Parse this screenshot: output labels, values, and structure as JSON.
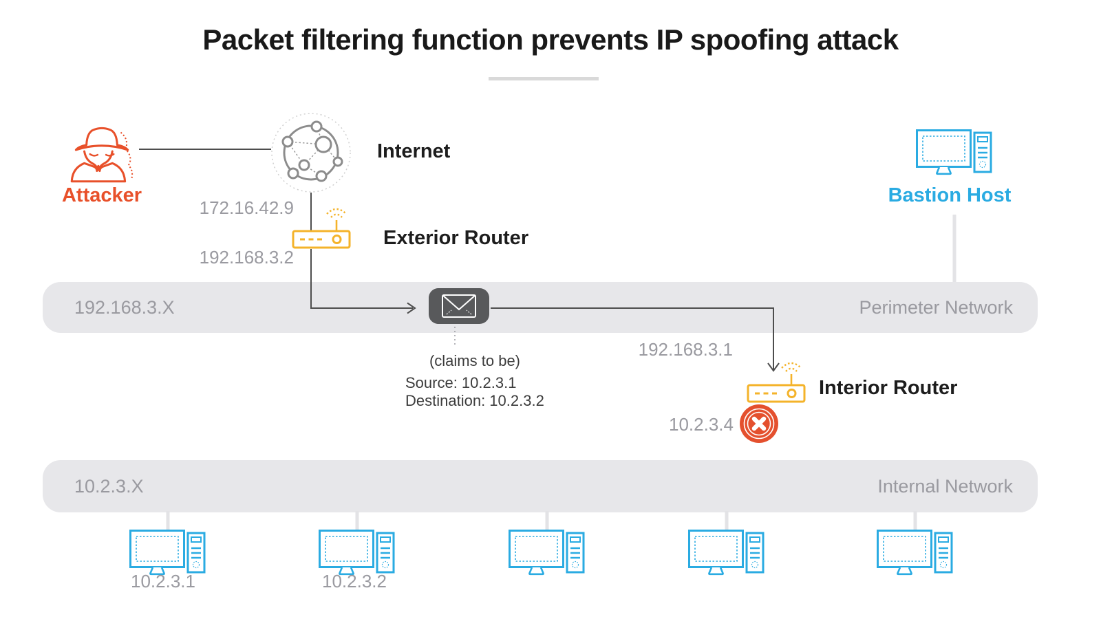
{
  "title": {
    "text": "Packet filtering function prevents IP spoofing attack"
  },
  "nodes": {
    "attacker": {
      "label": "Attacker"
    },
    "internet": {
      "label": "Internet"
    },
    "exterior_router": {
      "label": "Exterior Router",
      "wan_ip": "172.16.42.9",
      "lan_ip": "192.168.3.2"
    },
    "bastion_host": {
      "label": "Bastion Host"
    },
    "interior_router": {
      "label": "Interior Router",
      "perimeter_ip": "192.168.3.1"
    },
    "blocked_packet": {
      "ip": "10.2.3.4"
    },
    "packet": {
      "claims": "(claims to be)",
      "source": "Source: 10.2.3.1",
      "destination": "Destination: 10.2.3.2"
    }
  },
  "networks": {
    "perimeter": {
      "subnet": "192.168.3.X",
      "name": "Perimeter Network"
    },
    "internal": {
      "subnet": "10.2.3.X",
      "name": "Internal Network"
    }
  },
  "hosts": [
    {
      "ip": "10.2.3.1"
    },
    {
      "ip": "10.2.3.2"
    },
    {
      "ip": ""
    },
    {
      "ip": ""
    },
    {
      "ip": ""
    }
  ],
  "colors": {
    "attacker": "#e8502a",
    "router": "#f4b32a",
    "host": "#2aabe2",
    "band": "#e7e7ea",
    "muted_text": "#9a9aa0",
    "line": "#4d4d4d",
    "envelope_bg": "#58595b",
    "block_badge": "#e4502e"
  }
}
